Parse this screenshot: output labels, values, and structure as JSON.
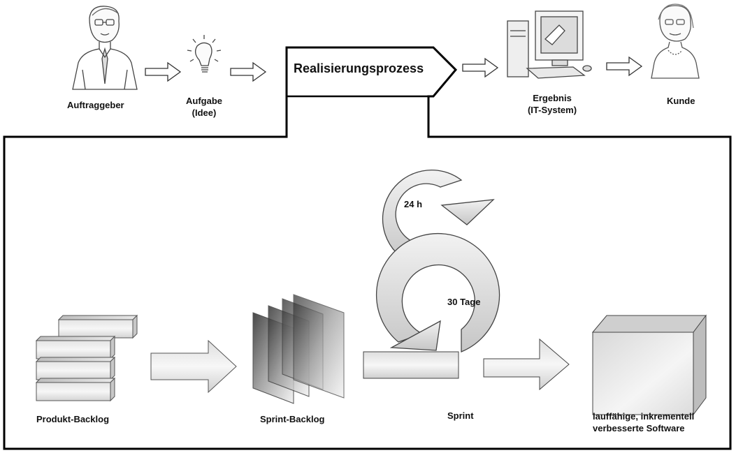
{
  "header": {
    "client_label": "Auftraggeber",
    "task_label_line1": "Aufgabe",
    "task_label_line2": "(Idee)",
    "process_title": "Realisierungsprozess",
    "result_label_line1": "Ergebnis",
    "result_label_line2": "(IT-System)",
    "customer_label": "Kunde"
  },
  "process": {
    "daily_cycle": "24 h",
    "sprint_cycle": "30 Tage",
    "product_backlog": "Produkt-Backlog",
    "sprint_backlog": "Sprint-Backlog",
    "sprint": "Sprint",
    "result_line1": "lauffähige, inkrementell",
    "result_line2": "verbesserte Software"
  },
  "icons": {
    "client": "person-man-icon",
    "idea": "lightbulb-icon",
    "computer": "computer-icon",
    "customer": "person-woman-icon"
  }
}
